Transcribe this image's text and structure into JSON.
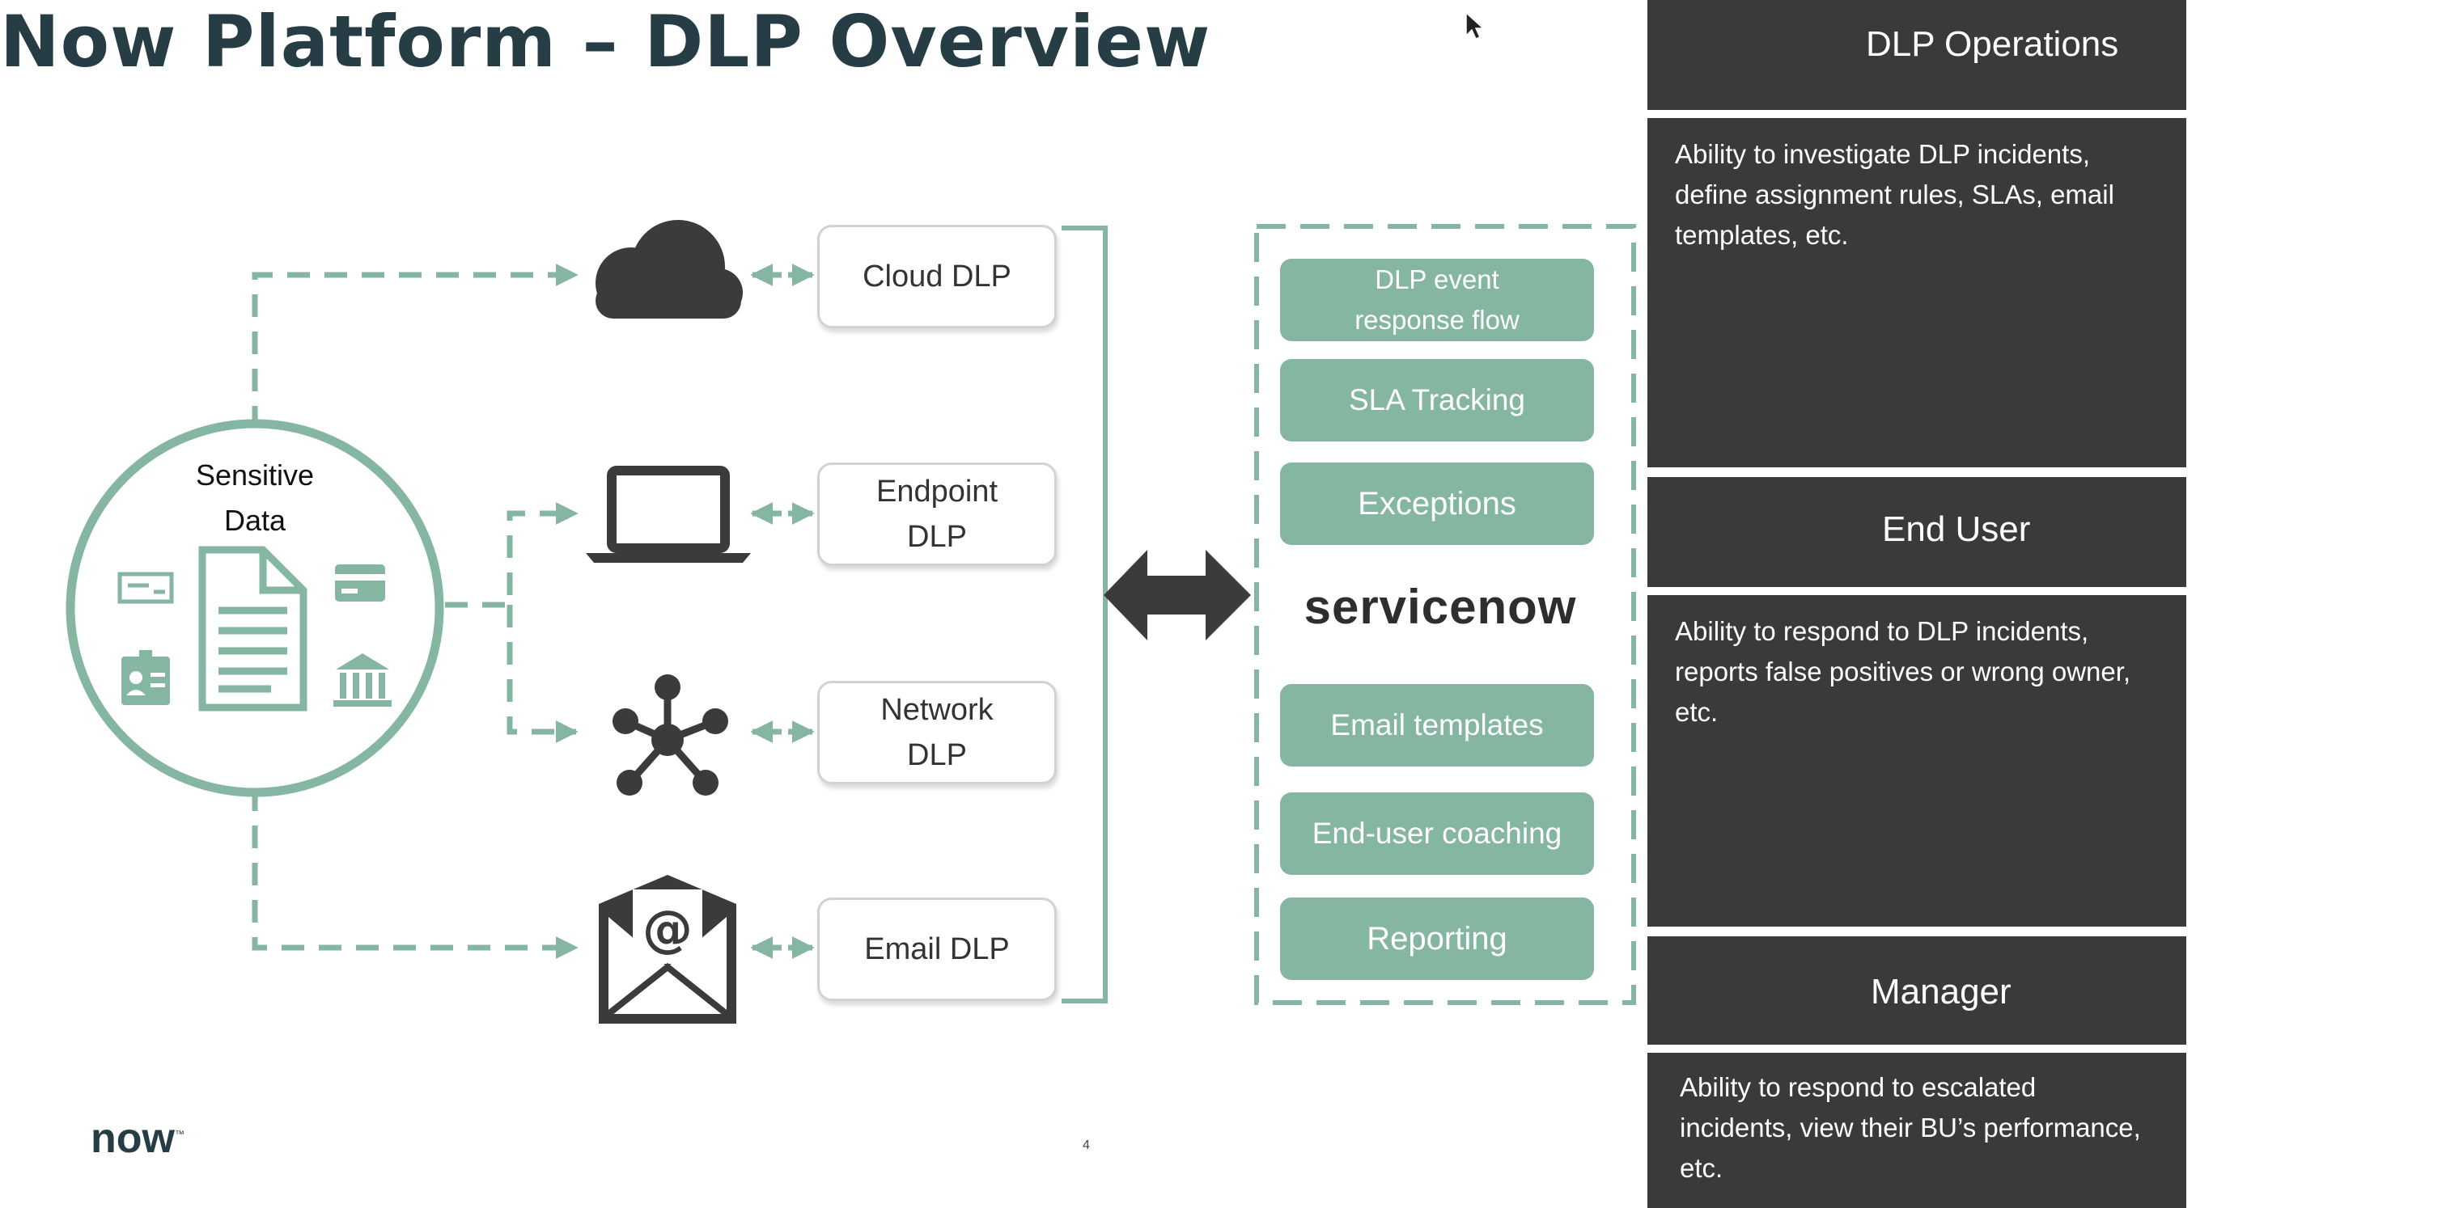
{
  "slide": {
    "title": "Now Platform – DLP Overview",
    "page_number": "4"
  },
  "source": {
    "label_line1": "Sensitive",
    "label_line2": "Data"
  },
  "dlp_channels": [
    {
      "label_line1": "Cloud DLP",
      "label_line2": "",
      "icon": "cloud-icon"
    },
    {
      "label_line1": "Endpoint",
      "label_line2": "DLP",
      "icon": "laptop-icon"
    },
    {
      "label_line1": "Network",
      "label_line2": "DLP",
      "icon": "network-hub-icon"
    },
    {
      "label_line1": "Email DLP",
      "label_line2": "",
      "icon": "email-envelope-icon"
    }
  ],
  "servicenow": {
    "logo_text_left": "servicen",
    "logo_text_o": "o",
    "logo_text_right": "w",
    "features_top": [
      {
        "line1": "DLP event",
        "line2": "response flow"
      },
      {
        "line1": "SLA Tracking",
        "line2": ""
      },
      {
        "line1": "Exceptions",
        "line2": ""
      }
    ],
    "features_bottom": [
      {
        "line1": "Email templates",
        "line2": ""
      },
      {
        "line1": "End-user coaching",
        "line2": ""
      },
      {
        "line1": "Reporting",
        "line2": ""
      }
    ]
  },
  "personas": [
    {
      "title": "DLP Operations",
      "icon": "user-shield-icon",
      "description": "Ability to investigate DLP incidents, define assignment rules, SLAs, email templates, etc."
    },
    {
      "title": "End User",
      "icon": "user-icon",
      "description": "Ability to respond to DLP incidents, reports false positives or wrong owner, etc."
    },
    {
      "title": "Manager",
      "icon": "user-clipboard-icon",
      "description": "Ability to respond to escalated incidents, view their BU’s performance, etc."
    }
  ],
  "brand": {
    "logo_text": "now",
    "trademark": "™"
  },
  "colors": {
    "accent": "#84b6a1",
    "dark_panel": "#3a3a3a",
    "title": "#263d45",
    "icon_dark": "#3b3b3b"
  }
}
